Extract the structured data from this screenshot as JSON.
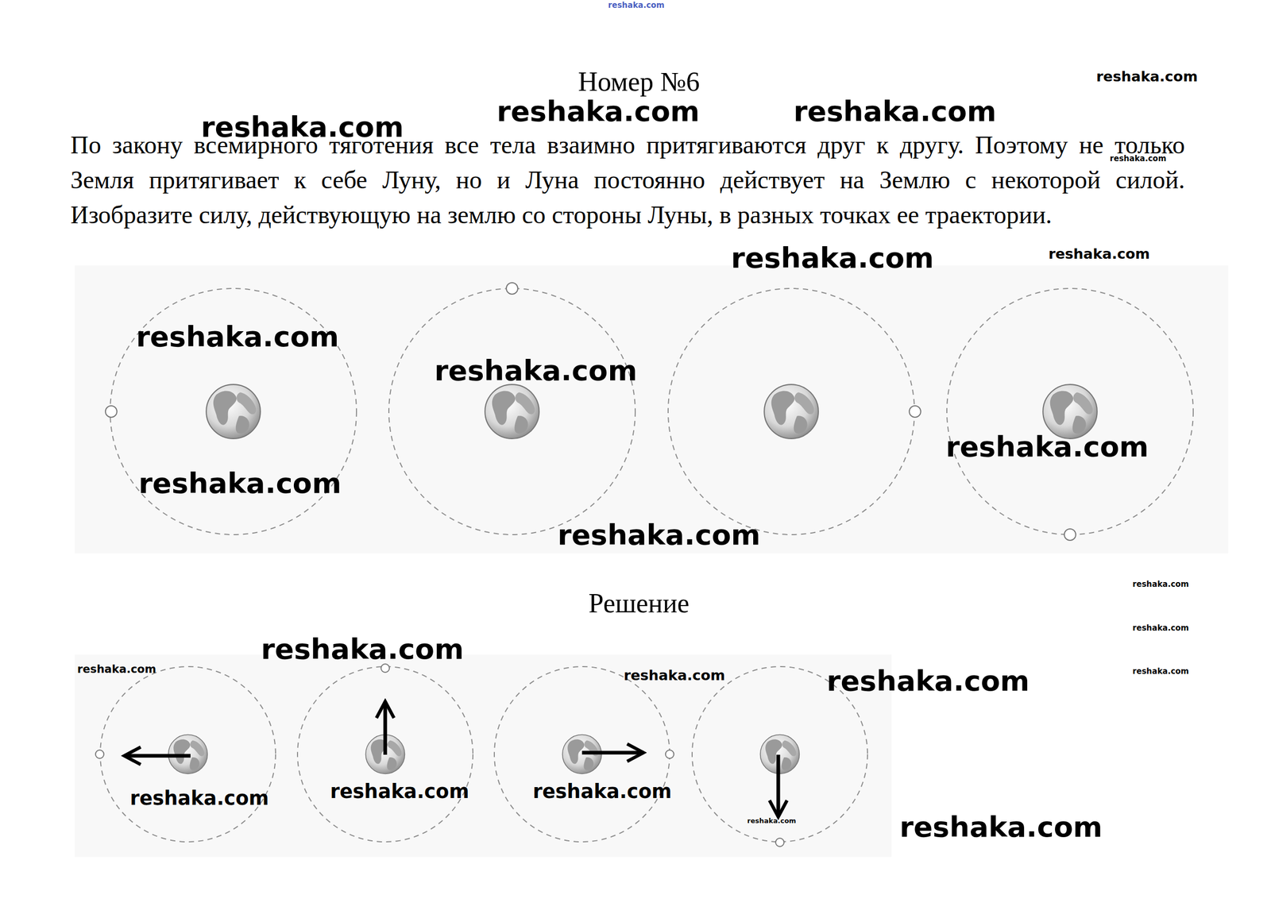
{
  "diagram": {
    "title": "Номер №6",
    "labels": [
      "reshaka.com",
      "reshaka.com",
      "reshaka.com",
      "reshaka.com",
      "reshaka.com",
      "По закону всемирного тяготения все тела взаимно притягиваются друг к другу. Поэтому не только Земля притягивает к себе Луну, но и Луна постоянно действует на Землю с некоторой силой. Изобразите силу, действующую на землю со стороны Луны, в разных точках ее траектории.",
      "reshaka.com",
      "reshaka.com",
      "reshaka.com",
      "reshaka.com",
      "reshaka.com",
      "reshaka.com",
      "reshaka.com",
      "reshaka.com",
      "reshaka.com",
      "Решение",
      "reshaka.com",
      "reshaka.com",
      "reshaka.com",
      "reshaka.com",
      "reshaka.com",
      "reshaka.com",
      "reshaka.com",
      "reshaka.com",
      "reshaka.com",
      "reshaka.com",
      "reshaka.com"
    ]
  }
}
